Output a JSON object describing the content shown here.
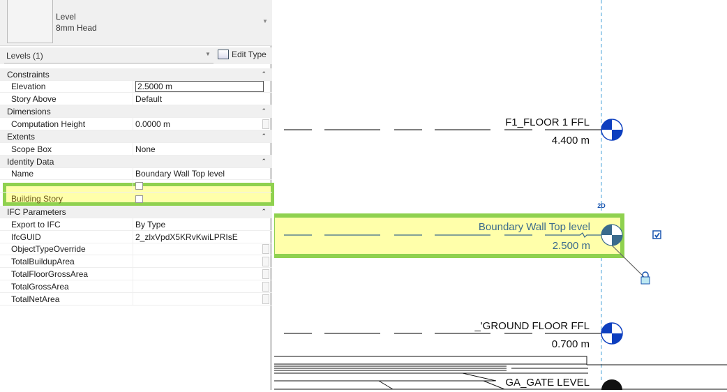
{
  "type_selector": {
    "family": "Level",
    "type": "8mm Head"
  },
  "instance_selector": {
    "label": "Levels (1)",
    "edit_type": "Edit Type"
  },
  "properties": [
    {
      "group": "Constraints"
    },
    {
      "label": "Elevation",
      "value": "2.5000 m",
      "editing": true
    },
    {
      "label": "Story Above",
      "value": "Default"
    },
    {
      "group": "Dimensions"
    },
    {
      "label": "Computation Height",
      "value": "0.0000 m",
      "side": true
    },
    {
      "group": "Extents"
    },
    {
      "label": "Scope Box",
      "value": "None"
    },
    {
      "group": "Identity Data"
    },
    {
      "label": "Name",
      "value": "Boundary Wall Top level"
    },
    {
      "label": "",
      "checkbox": false
    },
    {
      "label": "Building Story",
      "checkbox": false,
      "highlight": true
    },
    {
      "group": "IFC Parameters"
    },
    {
      "label": "Export to IFC",
      "value": "By Type"
    },
    {
      "label": "IfcGUID",
      "value": "2_zlxVpdX5KRvKwiLPRIsE"
    },
    {
      "label": "ObjectTypeOverride",
      "value": "",
      "side": true
    },
    {
      "label": "TotalBuildupArea",
      "value": "",
      "side": true
    },
    {
      "label": "TotalFloorGrossArea",
      "value": "",
      "side": true
    },
    {
      "label": "TotalGrossArea",
      "value": "",
      "side": true
    },
    {
      "label": "TotalNetArea",
      "value": "",
      "side": true
    }
  ],
  "levels": [
    {
      "name": "F1_FLOOR 1 FFL",
      "elevation": "4.400 m"
    },
    {
      "name": "Boundary Wall Top level",
      "elevation": "2.500 m",
      "selected": true
    },
    {
      "name": "_'GROUND FLOOR FFL",
      "elevation": "0.700 m"
    },
    {
      "name": "GA_GATE LEVEL"
    }
  ],
  "view_control": {
    "toggle_2d": "2D"
  },
  "colors": {
    "highlight_border": "#8fd14f",
    "highlight_fill": "#ffffaa",
    "level_head": "#0d3fbf",
    "selected": "#3a6a8c"
  }
}
